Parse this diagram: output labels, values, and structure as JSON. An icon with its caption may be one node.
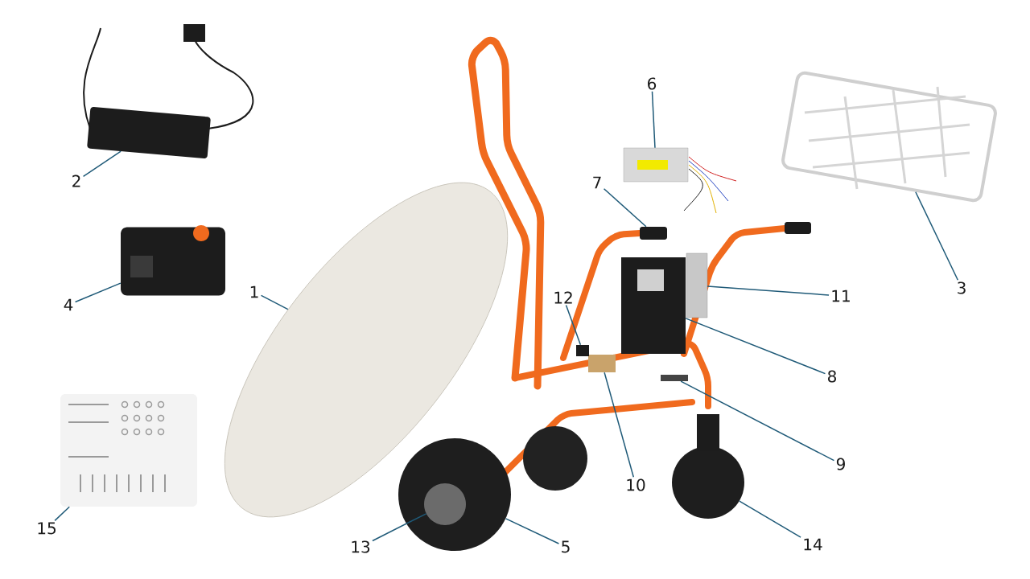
{
  "diagram": {
    "nodes": [
      {
        "text": [
          "1"
        ]
      },
      {
        "text": [
          "2"
        ]
      },
      {
        "text": [
          "3"
        ]
      },
      {
        "text": [
          "4"
        ]
      },
      {
        "text": [
          "5"
        ]
      },
      {
        "text": [
          "6"
        ]
      },
      {
        "text": [
          "7"
        ]
      },
      {
        "text": [
          "8"
        ]
      },
      {
        "text": [
          "9"
        ]
      },
      {
        "text": [
          "10"
        ]
      },
      {
        "text": [
          "11"
        ]
      },
      {
        "text": [
          "12"
        ]
      },
      {
        "text": [
          "13"
        ]
      },
      {
        "text": [
          "14"
        ]
      },
      {
        "text": [
          "15"
        ]
      },
      {
        "text": [],
        "shape": "picture"
      },
      {
        "text": [],
        "shape": "picture"
      },
      {
        "text": [],
        "shape": "picture"
      },
      {
        "text": [],
        "shape": "picture"
      },
      {
        "text": [],
        "shape": "picture"
      },
      {
        "text": [],
        "shape": "picture"
      },
      {
        "text": [],
        "shape": "box"
      },
      {
        "text": [],
        "shape": "picture"
      },
      {
        "text": [],
        "shape": "box"
      },
      {
        "text": [],
        "shape": "box"
      },
      {
        "text": [],
        "shape": "box"
      },
      {
        "text": [],
        "shape": "box"
      },
      {
        "text": [],
        "shape": "circle",
        "in": 19
      },
      {
        "text": [],
        "shape": "circle"
      },
      {
        "text": [],
        "shape": "picture"
      }
    ],
    "edges": [
      {
        "from": 0,
        "to": 15,
        "arrow": "none"
      },
      {
        "from": 1,
        "to": 16,
        "arrow": "none"
      },
      {
        "from": 2,
        "to": 17,
        "arrow": "none"
      },
      {
        "from": 3,
        "to": 18,
        "arrow": "none"
      },
      {
        "from": 4,
        "to": 19,
        "arrow": "none"
      },
      {
        "from": 5,
        "to": 20,
        "arrow": "none"
      },
      {
        "from": 6,
        "to": 21,
        "arrow": "none"
      },
      {
        "from": 7,
        "to": 22,
        "arrow": "none"
      },
      {
        "from": 8,
        "to": 23,
        "arrow": "none"
      },
      {
        "from": 9,
        "to": 24,
        "arrow": "none"
      },
      {
        "from": 10,
        "to": 25,
        "arrow": "none"
      },
      {
        "from": 11,
        "to": 26,
        "arrow": "none"
      },
      {
        "from": 12,
        "to": 27,
        "arrow": "none"
      },
      {
        "from": 13,
        "to": 28,
        "arrow": "none"
      },
      {
        "from": 14,
        "to": 29,
        "arrow": "none"
      }
    ]
  }
}
